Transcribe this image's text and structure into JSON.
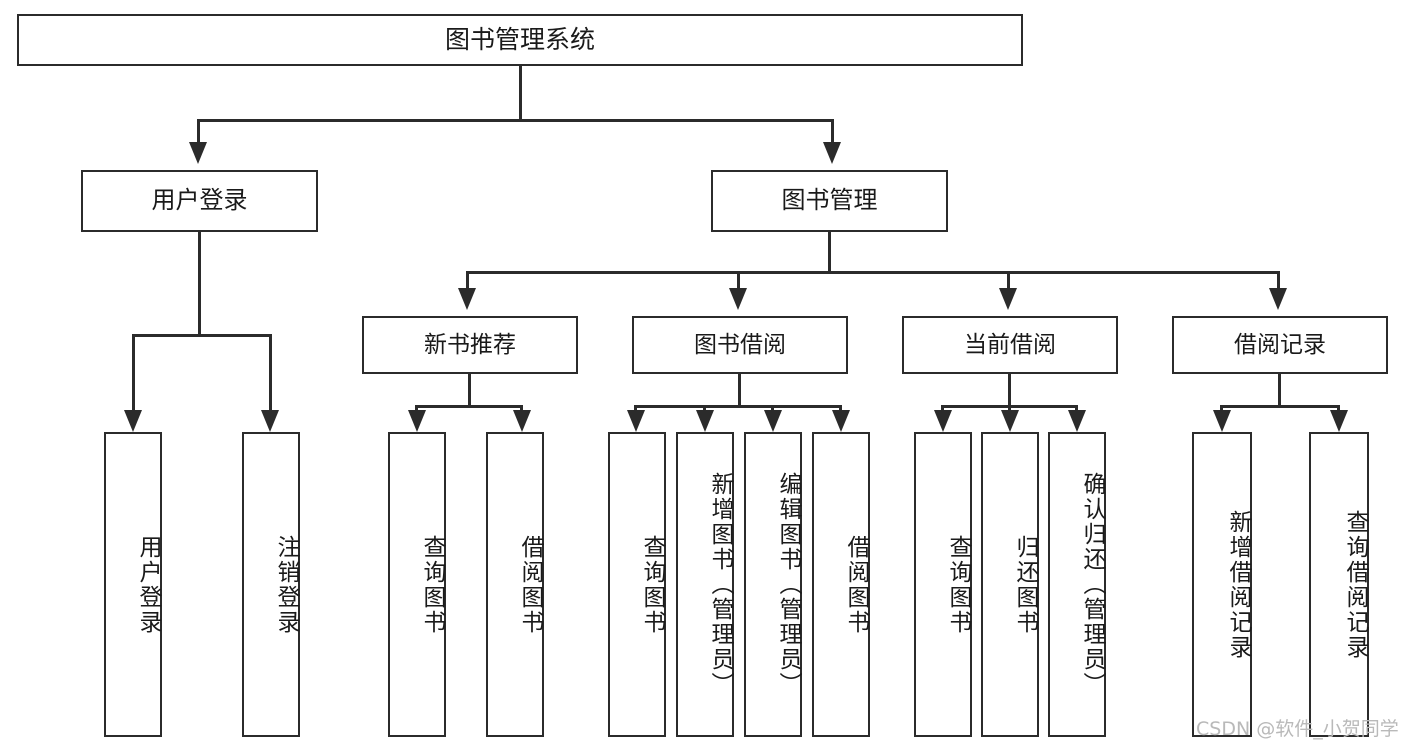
{
  "diagram": {
    "title": "图书管理系统",
    "type": "tree-hierarchy-diagram",
    "colors": {
      "stroke": "#2b2b2b",
      "fill": "#ffffff",
      "text": "#1a1a1a",
      "watermark": "#b9b9b9"
    },
    "root": {
      "label": "图书管理系统"
    },
    "level2": [
      {
        "label": "用户登录"
      },
      {
        "label": "图书管理"
      }
    ],
    "level3": [
      {
        "label": "新书推荐"
      },
      {
        "label": "图书借阅"
      },
      {
        "label": "当前借阅"
      },
      {
        "label": "借阅记录"
      }
    ],
    "leaves": {
      "user_login": [
        {
          "label": "用户登录"
        },
        {
          "label": "注销登录"
        }
      ],
      "new_book_recommend": [
        {
          "label": "查询图书"
        },
        {
          "label": "借阅图书"
        }
      ],
      "book_borrow": [
        {
          "label": "查询图书"
        },
        {
          "label": "新增图书（管理员）"
        },
        {
          "label": "编辑图书（管理员）"
        },
        {
          "label": "借阅图书"
        }
      ],
      "current_borrow": [
        {
          "label": "查询图书"
        },
        {
          "label": "归还图书"
        },
        {
          "label": "确认归还（管理员）"
        }
      ],
      "borrow_records": [
        {
          "label": "新增借阅记录"
        },
        {
          "label": "查询借阅记录"
        }
      ]
    },
    "watermark": "CSDN @软件_小贺同学"
  }
}
